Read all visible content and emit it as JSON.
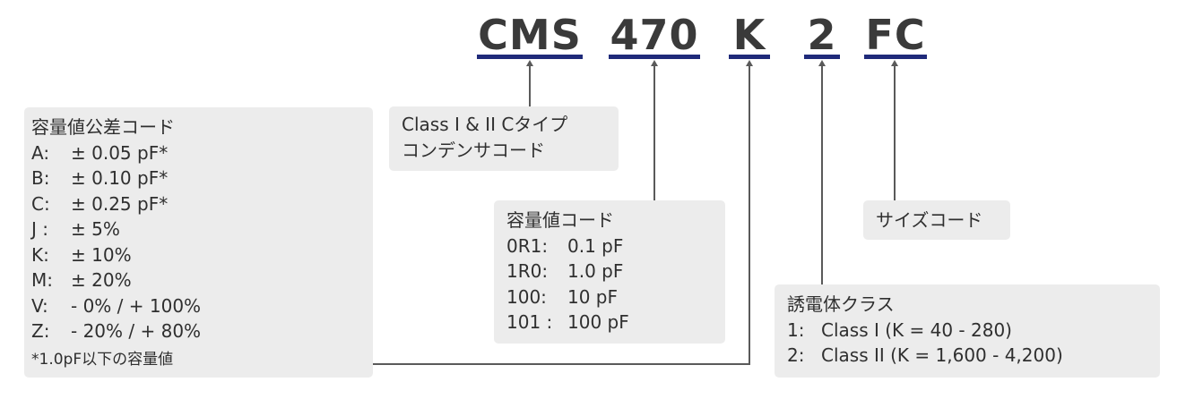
{
  "part_number": {
    "segments": [
      {
        "id": "type",
        "text": "CMS"
      },
      {
        "id": "cap",
        "text": "470"
      },
      {
        "id": "tol",
        "text": "K"
      },
      {
        "id": "dielectric",
        "text": "2"
      },
      {
        "id": "size",
        "text": "FC"
      }
    ]
  },
  "type_box": {
    "line1": "Class I & II Cタイプ",
    "line2": "コンデンサコード"
  },
  "tolerance_box": {
    "title": "容量値公差コード",
    "items": [
      {
        "code": "A:",
        "value": "± 0.05 pF*"
      },
      {
        "code": "B:",
        "value": "± 0.10 pF*"
      },
      {
        "code": "C:",
        "value": "± 0.25 pF*"
      },
      {
        "code": "J :",
        "value": "± 5%"
      },
      {
        "code": "K:",
        "value": "± 10%"
      },
      {
        "code": "M:",
        "value": "± 20%"
      },
      {
        "code": "V:",
        "value": "- 0% / + 100%"
      },
      {
        "code": "Z:",
        "value": "- 20% / + 80%"
      }
    ],
    "footnote": "*1.0pF以下の容量値"
  },
  "capacitance_box": {
    "title": "容量値コード",
    "items": [
      {
        "code": "0R1:",
        "value": "0.1 pF"
      },
      {
        "code": "1R0:",
        "value": "1.0 pF"
      },
      {
        "code": "100:",
        "value": "10 pF"
      },
      {
        "code": "101 :",
        "value": "100 pF"
      }
    ]
  },
  "size_box": {
    "title": "サイズコード"
  },
  "dielectric_box": {
    "title": "誘電体クラス",
    "items": [
      {
        "code": "1:",
        "value": "Class I (K = 40 - 280)"
      },
      {
        "code": "2:",
        "value": "Class II (K = 1,600 - 4,200)"
      }
    ]
  }
}
